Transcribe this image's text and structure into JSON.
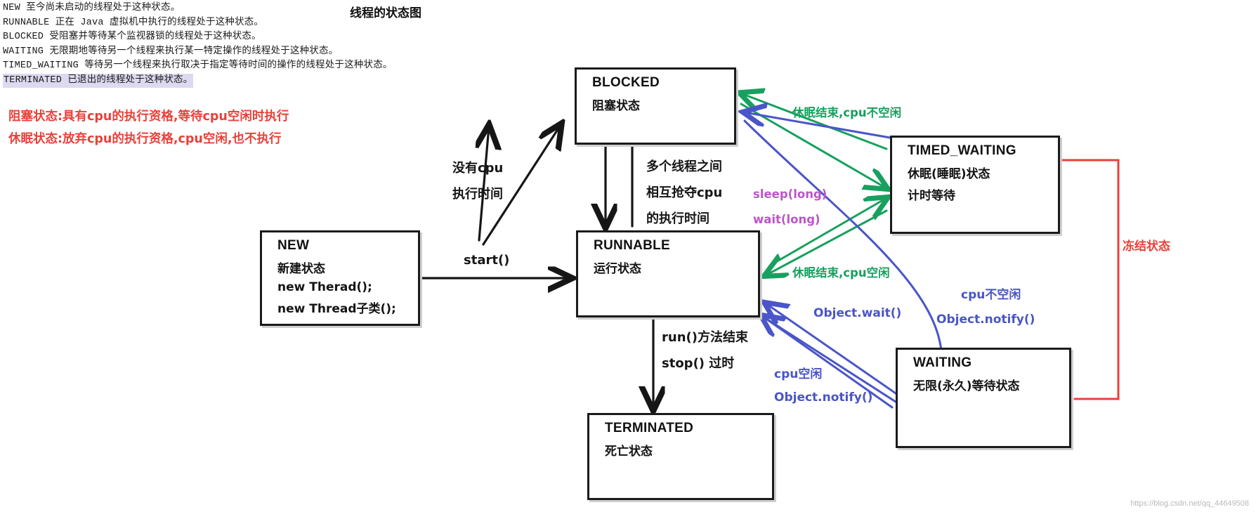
{
  "title": "线程的状态图",
  "legend": {
    "lines": [
      "NEW 至今尚未启动的线程处于这种状态。",
      "RUNNABLE 正在 Java 虚拟机中执行的线程处于这种状态。",
      "BLOCKED 受阻塞并等待某个监视器锁的线程处于这种状态。",
      "WAITING 无限期地等待另一个线程来执行某一特定操作的线程处于这种状态。",
      "TIMED_WAITING 等待另一个线程来执行取决于指定等待时间的操作的线程处于这种状态。"
    ],
    "highlighted_line": "TERMINATED 已退出的线程处于这种状态。"
  },
  "notes": {
    "blocked_note": "阻塞状态:具有cpu的执行资格,等待cpu空闲时执行",
    "sleep_note": "休眠状态:放弃cpu的执行资格,cpu空闲,也不执行",
    "frozen_note": "冻结状态"
  },
  "boxes": {
    "blocked": {
      "en": "BLOCKED",
      "cn": [
        "阻塞状态"
      ]
    },
    "timed": {
      "en": "TIMED_WAITING",
      "cn": [
        "休眠(睡眠)状态",
        "计时等待"
      ]
    },
    "new": {
      "en": "NEW",
      "cn": [
        "新建状态",
        "new Therad();",
        "new Thread子类();"
      ]
    },
    "runnable": {
      "en": "RUNNABLE",
      "cn": [
        "运行状态"
      ]
    },
    "waiting": {
      "en": "WAITING",
      "cn": [
        "无限(永久)等待状态"
      ]
    },
    "terminated": {
      "en": "TERMINATED",
      "cn": [
        "死亡状态"
      ]
    }
  },
  "edge_labels": {
    "no_cpu_1": "没有cpu",
    "no_cpu_2": "执行时间",
    "start": "start()",
    "many_1": "多个线程之间",
    "many_2": "相互抢夺cpu",
    "many_3": "的执行时间",
    "run_end": "run()方法结束",
    "stop_deprecated": "stop() 过时",
    "sleep_end_busy": "休眠结束,cpu不空闲",
    "sleep_end_free": "休眠结束,cpu空闲",
    "sleep_long": "sleep(long)",
    "wait_long": "wait(long)",
    "object_wait": "Object.wait()",
    "cpu_not_free": "cpu不空闲",
    "object_notify_1": "Object.notify()",
    "cpu_free": "cpu空闲",
    "object_notify_2": "Object.notify()"
  },
  "colors": {
    "black": "#161616",
    "green": "#17a05e",
    "blue": "#4a55c8",
    "magenta": "#bb56c9",
    "red": "#e8413a"
  },
  "watermark": "https://blog.csdn.net/qq_44649508"
}
